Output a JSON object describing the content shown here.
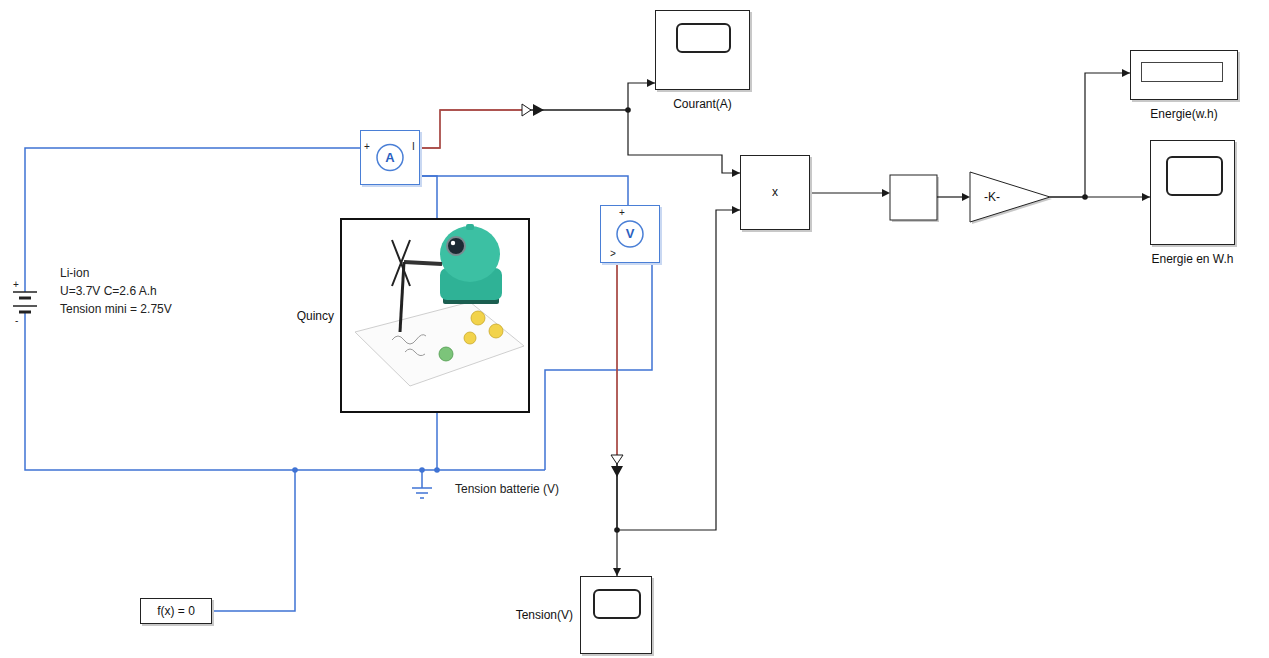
{
  "diagram": {
    "nodes": [
      {
        "text": [
          "A"
        ]
      },
      {
        "text": [
          "V"
        ]
      },
      {
        "text": [
          "Quincy"
        ]
      },
      {
        "text": [
          "f(x) = 0"
        ]
      },
      {
        "text": [
          "Courant(A)"
        ]
      },
      {
        "text": [
          "x"
        ]
      },
      {
        "text": [
          "-K-"
        ]
      },
      {
        "text": [
          "Energie(w.h)"
        ]
      },
      {
        "text": [
          "Energie en W.h"
        ]
      },
      {
        "text": [
          "Tension(V)"
        ]
      }
    ],
    "edges": [
      {
        "from": 0,
        "to": 4,
        "arrow": "to"
      },
      {
        "from": 0,
        "to": 5,
        "arrow": "to"
      },
      {
        "from": 1,
        "to": 9,
        "arrow": "to"
      },
      {
        "from": 1,
        "to": 5,
        "arrow": "to"
      },
      {
        "from": 6,
        "to": 7,
        "arrow": "to"
      },
      {
        "from": 6,
        "to": 8,
        "arrow": "to"
      },
      {
        "from": 0,
        "to": 2,
        "arrow": "none"
      },
      {
        "from": 0,
        "to": 1,
        "arrow": "none"
      }
    ],
    "labels": [
      "Li-ion",
      "U=3.7V C=2.6 A.h",
      "Tension mini = 2.75V",
      "+",
      "-",
      "+",
      "I",
      "+",
      ">",
      "Tension batterie (V)"
    ]
  }
}
